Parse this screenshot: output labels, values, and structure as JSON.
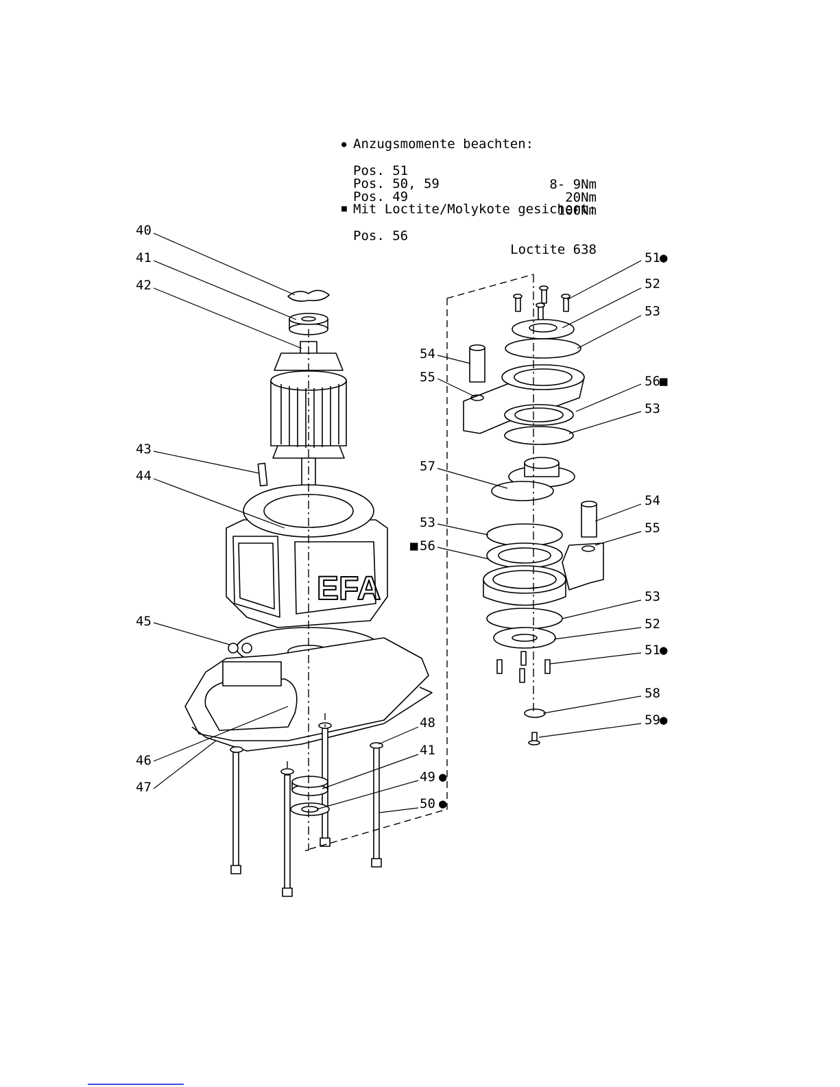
{
  "notes": {
    "torque_header": "Anzugsmomente beachten:",
    "torque_rows": [
      {
        "pos": "Pos. 51",
        "value": "8- 9Nm"
      },
      {
        "pos": "Pos. 50, 59",
        "value": "20Nm"
      },
      {
        "pos": "Pos. 49",
        "value": "100Nm"
      }
    ],
    "loctite_header": "Mit Loctite/Molykote gesichert:",
    "loctite_rows": [
      {
        "pos": "Pos. 56",
        "value": "Loctite 638"
      }
    ]
  },
  "brand_mark": "EFA",
  "callouts": {
    "left": [
      "40",
      "41",
      "42",
      "43",
      "44",
      "45",
      "46",
      "47",
      "48",
      "41",
      "49",
      "50"
    ],
    "right": [
      "51",
      "52",
      "53",
      "54",
      "55",
      "56",
      "53",
      "57",
      "54",
      "53",
      "55",
      "56",
      "53",
      "52",
      "51",
      "58",
      "59"
    ]
  },
  "markers": {
    "dot": "●",
    "square": "■"
  }
}
